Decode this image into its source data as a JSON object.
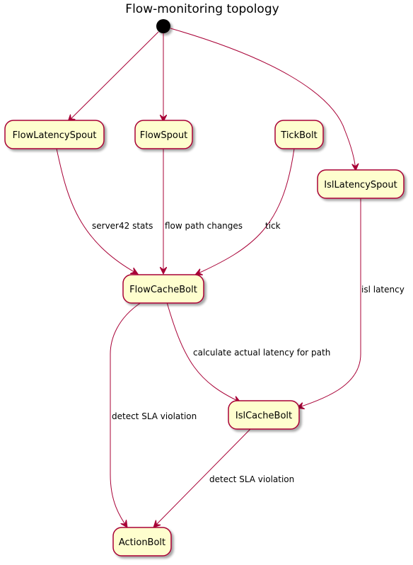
{
  "title": "Flow-monitoring topology",
  "colors": {
    "node_fill": "#FEFECE",
    "node_border": "#A80036",
    "edge": "#A80036",
    "start": "#000000"
  },
  "nodes": {
    "flow_latency_spout": "FlowLatencySpout",
    "flow_spout": "FlowSpout",
    "tick_bolt": "TickBolt",
    "isl_latency_spout": "IslLatencySpout",
    "flow_cache_bolt": "FlowCacheBolt",
    "isl_cache_bolt": "IslCacheBolt",
    "action_bolt": "ActionBolt"
  },
  "edges": {
    "server42_stats": "server42 stats",
    "flow_path_changes": "flow path changes",
    "tick": "tick",
    "isl_latency": "isl latency",
    "calc_latency": "calculate actual latency for path",
    "detect_sla_1": "detect SLA violation",
    "detect_sla_2": "detect SLA violation"
  }
}
